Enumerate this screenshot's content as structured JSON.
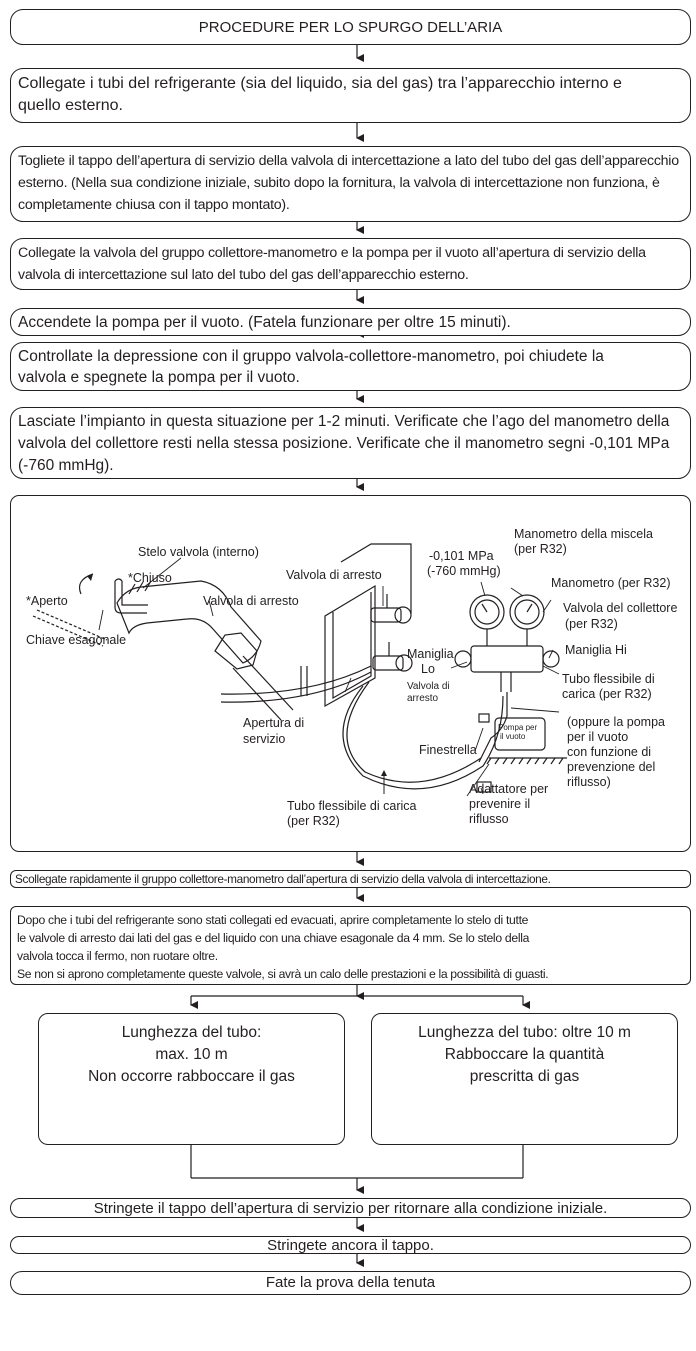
{
  "title": "PROCEDURE PER LO SPURGO DELL’ARIA",
  "steps": [
    "Collegate i tubi del refrigerante (sia del liquido, sia del gas) tra l’apparecchio interno e quello esterno.",
    "Togliete il tappo dell’apertura di servizio della valvola di intercettazione a lato del tubo del gas dell’apparecchio esterno. (Nella sua condizione iniziale, subito dopo la fornitura, la valvola di intercettazione non funziona, è completamente chiusa con il tappo montato).",
    "Collegate la valvola del gruppo collettore-manometro e la pompa per il vuoto all’apertura di servizio della valvola di intercettazione sul lato del tubo del gas dell’apparecchio esterno.",
    "Accendete la pompa per il vuoto. (Fatela funzionare per oltre 15 minuti).",
    "Controllate la depressione con il gruppo valvola-collettore-manometro, poi chiudete la valvola e spegnete la pompa per il vuoto.",
    "Lasciate l’impianto in questa situazione per 1-2 minuti. Verificate che l’ago del manometro della valvola del collettore resti nella stessa posizione. Verificate che il manometro segni -0,101 MPa (-760 mmHg)."
  ],
  "diagram_labels": {
    "stelo": "Stelo valvola (interno)",
    "chiuso": "*Chiuso",
    "aperto": "*Aperto",
    "valvola_arresto_left": "Valvola di arresto",
    "chiave": "Chiave esagonale",
    "valvola_arresto_mid": "Valvola di arresto",
    "pressure_1": "-0,101 MPa",
    "pressure_2": "(-760 mmHg)",
    "manometro_miscela_1": "Manometro della miscela",
    "manometro_miscela_2": "(per R32)",
    "manometro": "Manometro (per R32)",
    "collettore_1": "Valvola del collettore",
    "collettore_2": "(per R32)",
    "maniglia_hi": "Maniglia Hi",
    "maniglia_lo_1": "Maniglia",
    "maniglia_lo_2": "Lo",
    "valvola_small_1": "Valvola di",
    "valvola_small_2": "arresto",
    "tubo_right_1": "Tubo flessibile di",
    "tubo_right_2": "carica (per R32)",
    "pompa_1": "Pompa per",
    "pompa_2": "il vuoto",
    "oppure_1": "(oppure la pompa",
    "oppure_2": "per il vuoto",
    "oppure_3": "con funzione di",
    "oppure_4": "prevenzione del",
    "oppure_5": "riflusso)",
    "apertura_1": "Apertura di",
    "apertura_2": "servizio",
    "finestrella": "Finestrella",
    "tubo_bottom_1": "Tubo flessibile di carica",
    "tubo_bottom_2": "(per R32)",
    "adattatore_1": "Adattatore per",
    "adattatore_2": "prevenire il",
    "adattatore_3": "riflusso"
  },
  "step_scollegate": "Scollegate rapidamente il gruppo collettore-manometro dall’apertura di servizio della valvola di intercettazione.",
  "step_dopo": [
    "Dopo che i tubi del refrigerante sono stati collegati ed evacuati, aprire completamente lo stelo di tutte",
    "le valvole di arresto dai lati del gas e del liquido con una chiave esagonale da 4 mm. Se lo stelo della",
    "valvola tocca il fermo, non ruotare oltre.",
    "Se non si aprono completamente queste valvole, si avrà un calo delle prestazioni e la possibilità di guasti."
  ],
  "branch_left": [
    "Lunghezza del tubo:",
    "max. 10 m",
    "Non occorre rabboccare il gas"
  ],
  "branch_right": [
    "Lunghezza del tubo: oltre 10 m",
    "Rabboccare la quantità",
    "prescritta di gas"
  ],
  "final_steps": [
    "Stringete il tappo dell’apertura di servizio per ritornare alla condizione iniziale.",
    "Stringete ancora il tappo.",
    "Fate la prova della tenuta"
  ]
}
